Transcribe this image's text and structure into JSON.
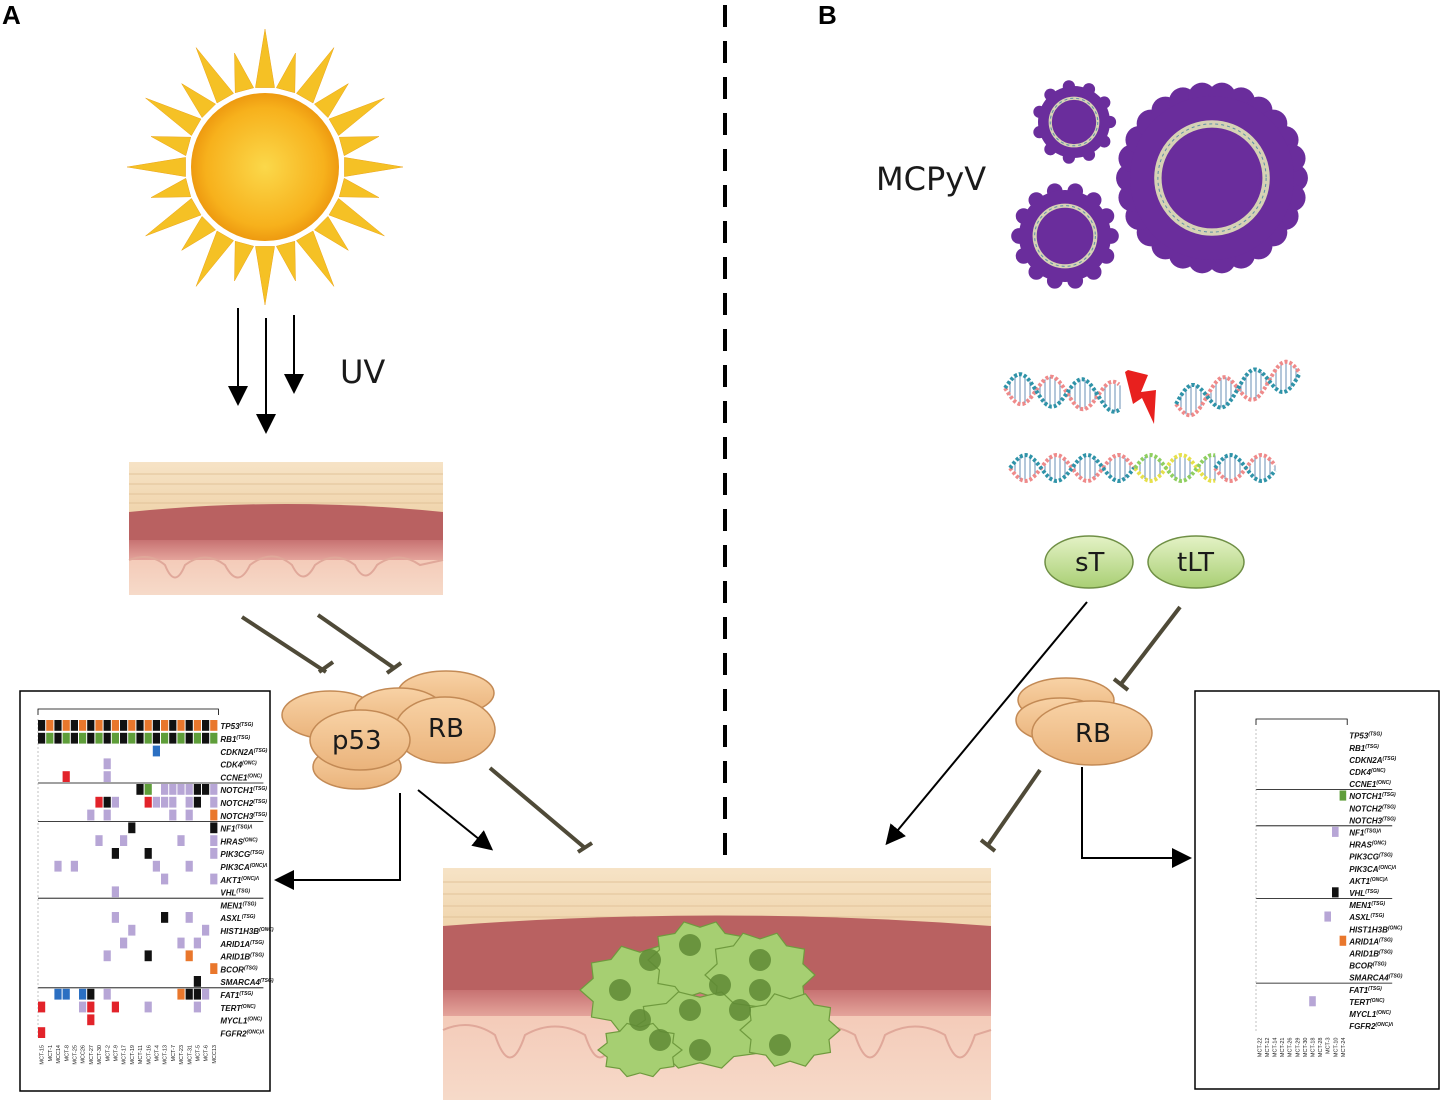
{
  "panels": {
    "a": "A",
    "b": "B"
  },
  "labels": {
    "uv": "UV",
    "mcpyv": "MCPyV",
    "p53": "p53",
    "rb_left": "RB",
    "rb_right": "RB",
    "st": "sT",
    "tlt": "tLT"
  },
  "oncoprint_left": {
    "genes": [
      {
        "name": "TP53",
        "tag": "(TSG)"
      },
      {
        "name": "RB1",
        "tag": "(TSG)"
      },
      {
        "name": "CDKN2A",
        "tag": "(TSG)"
      },
      {
        "name": "CDK4",
        "tag": "(ONC)"
      },
      {
        "name": "CCNE1",
        "tag": "(ONC)"
      },
      {
        "name": "NOTCH1",
        "tag": "(TSG)"
      },
      {
        "name": "NOTCH2",
        "tag": "(TSG)"
      },
      {
        "name": "NOTCH3",
        "tag": "(TSG)"
      },
      {
        "name": "NF1",
        "tag": "(TSG)Λ"
      },
      {
        "name": "HRAS",
        "tag": "(ONC)"
      },
      {
        "name": "PIK3CG",
        "tag": "(TSG)"
      },
      {
        "name": "PIK3CA",
        "tag": "(ONC)Λ"
      },
      {
        "name": "AKT1",
        "tag": "(ONC)Λ"
      },
      {
        "name": "VHL",
        "tag": "(TSG)"
      },
      {
        "name": "MEN1",
        "tag": "(TSG)"
      },
      {
        "name": "ASXL",
        "tag": "(TSG)"
      },
      {
        "name": "HIST1H3B",
        "tag": "(ONC)"
      },
      {
        "name": "ARID1A",
        "tag": "(TSG)"
      },
      {
        "name": "ARID1B",
        "tag": "(TSG)"
      },
      {
        "name": "BCOR",
        "tag": "(TSG)"
      },
      {
        "name": "SMARCA4",
        "tag": "(TSG)"
      },
      {
        "name": "FAT1",
        "tag": "(TSG)"
      },
      {
        "name": "TERT",
        "tag": "(ONC)"
      },
      {
        "name": "MYCL1",
        "tag": "(ONC)"
      },
      {
        "name": "FGFR2",
        "tag": "(ONC)Λ"
      }
    ],
    "samples": [
      "MCT-15",
      "MCT-1",
      "MCC14",
      "MCT-8",
      "MCT-25",
      "MCC26",
      "MCT-27",
      "MCT-30",
      "MCT-2",
      "MCT-9",
      "MCT-17",
      "MCT-19",
      "MCT-11",
      "MCT-16",
      "MCT-4",
      "MCT-13",
      "MCT-7",
      "MCT-23",
      "MCT-31",
      "MCT-5",
      "MCT-6",
      "MCC13"
    ]
  },
  "oncoprint_right": {
    "genes": [
      {
        "name": "TP53",
        "tag": "(TSG)"
      },
      {
        "name": "RB1",
        "tag": "(TSG)"
      },
      {
        "name": "CDKN2A",
        "tag": "(TSG)"
      },
      {
        "name": "CDK4",
        "tag": "(ONC)"
      },
      {
        "name": "CCNE1",
        "tag": "(ONC)"
      },
      {
        "name": "NOTCH1",
        "tag": "(TSG)"
      },
      {
        "name": "NOTCH2",
        "tag": "(TSG)"
      },
      {
        "name": "NOTCH3",
        "tag": "(TSG)"
      },
      {
        "name": "NF1",
        "tag": "(TSG)Λ"
      },
      {
        "name": "HRAS",
        "tag": "(ONC)"
      },
      {
        "name": "PIK3CG",
        "tag": "(TSG)"
      },
      {
        "name": "PIK3CA",
        "tag": "(ONC)Λ"
      },
      {
        "name": "AKT1",
        "tag": "(ONC)Λ"
      },
      {
        "name": "VHL",
        "tag": "(TSG)"
      },
      {
        "name": "MEN1",
        "tag": "(TSG)"
      },
      {
        "name": "ASXL",
        "tag": "(TSG)"
      },
      {
        "name": "HIST1H3B",
        "tag": "(ONC)"
      },
      {
        "name": "ARID1A",
        "tag": "(TSG)"
      },
      {
        "name": "ARID1B",
        "tag": "(TSG)"
      },
      {
        "name": "BCOR",
        "tag": "(TSG)"
      },
      {
        "name": "SMARCA4",
        "tag": "(TSG)"
      },
      {
        "name": "FAT1",
        "tag": "(TSG)"
      },
      {
        "name": "TERT",
        "tag": "(ONC)"
      },
      {
        "name": "MYCL1",
        "tag": "(ONC)"
      },
      {
        "name": "FGFR2",
        "tag": "(ONC)Λ"
      }
    ],
    "samples": [
      "MCT-22",
      "MCT-12",
      "MCT-14",
      "MCT-21",
      "MCT-26",
      "MCT-29",
      "MCT-30",
      "MCT-18",
      "MCT-28",
      "MCT-3",
      "MCT-10",
      "MCT-24"
    ]
  },
  "colors": {
    "sun_core": "#f7b11c",
    "sun_rays": "#f5c125",
    "virus": "#6a2d9c",
    "protein": "#f3c08f",
    "oncoprotein": "#c9e3a0",
    "tumor": "#8fbf5a",
    "mut_purple": "#b7a6d6",
    "mut_black": "#111111",
    "mut_red": "#e2232a",
    "mut_green": "#5f9e3a",
    "mut_orange": "#e9772c",
    "mut_blue": "#2b6fc2"
  }
}
